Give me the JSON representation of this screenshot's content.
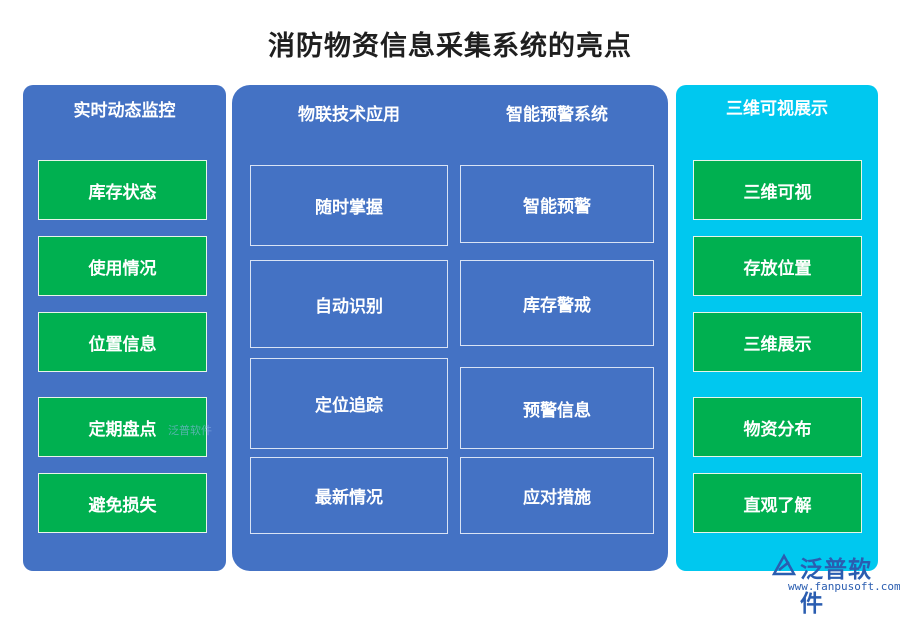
{
  "title": "消防物资信息采集系统的亮点",
  "left": {
    "header": "实时动态监控",
    "items": [
      "库存状态",
      "使用情况",
      "位置信息",
      "定期盘点",
      "避免损失"
    ]
  },
  "middle": {
    "col1": {
      "header": "物联技术应用",
      "items": [
        "随时掌握",
        "自动识别",
        "定位追踪",
        "最新情况"
      ]
    },
    "col2": {
      "header": "智能预警系统",
      "items": [
        "智能预警",
        "库存警戒",
        "预警信息",
        "应对措施"
      ]
    }
  },
  "right": {
    "header": "三维可视展示",
    "items": [
      "三维可视",
      "存放位置",
      "三维展示",
      "物资分布",
      "直观了解"
    ]
  },
  "watermark": "泛普软件",
  "logo": {
    "name": "泛普软件",
    "url": "www.fanpusoft.com"
  },
  "colors": {
    "panel_blue": "#4472c4",
    "panel_cyan": "#00c8ef",
    "box_green": "#00b050"
  }
}
